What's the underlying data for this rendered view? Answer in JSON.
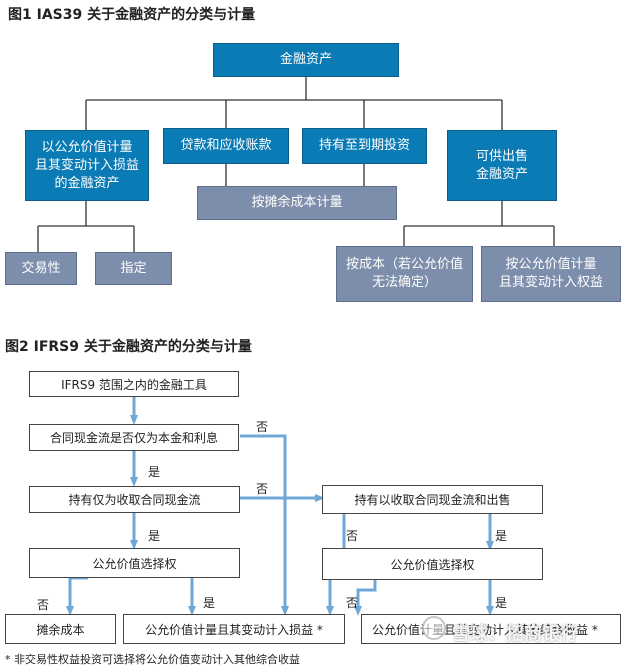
{
  "fig1": {
    "title": "图1  IAS39 关于金融资产的分类与计量",
    "root": "金融资产",
    "fvpl": "以公允价值计量\n且其变动计入损益\n的金融资产",
    "loans": "贷款和应收账款",
    "htm": "持有至到期投资",
    "afs": "可供出售\n金融资产",
    "amortized": "按摊余成本计量",
    "trading": "交易性",
    "designated": "指定",
    "at_cost": "按成本（若公允价值\n无法确定）",
    "at_fv_equity": "按公允价值计量\n且其变动计入权益"
  },
  "fig2": {
    "title": "图2  IFRS9 关于金融资产的分类与计量",
    "scope": "IFRS9 范围之内的金融工具",
    "sppi": "合同现金流是否仅为本金和利息",
    "hold_collect": "持有仅为收取合同现金流",
    "hold_collect_sell": "持有以收取合同现金流和出售",
    "fvo_left": "公允价值选择权",
    "fvo_right": "公允价值选择权",
    "amortized_cost": "摊余成本",
    "fvpl": "公允价值计量且其变动计入损益 *",
    "fvoci": "公允价值计量且其变动计入其他综合收益 *",
    "yes": "是",
    "no": "否",
    "footnote": "* 非交易性权益投资可选择将公允价值变动计入其他综合收益"
  },
  "watermark": "雪球：招商银行"
}
